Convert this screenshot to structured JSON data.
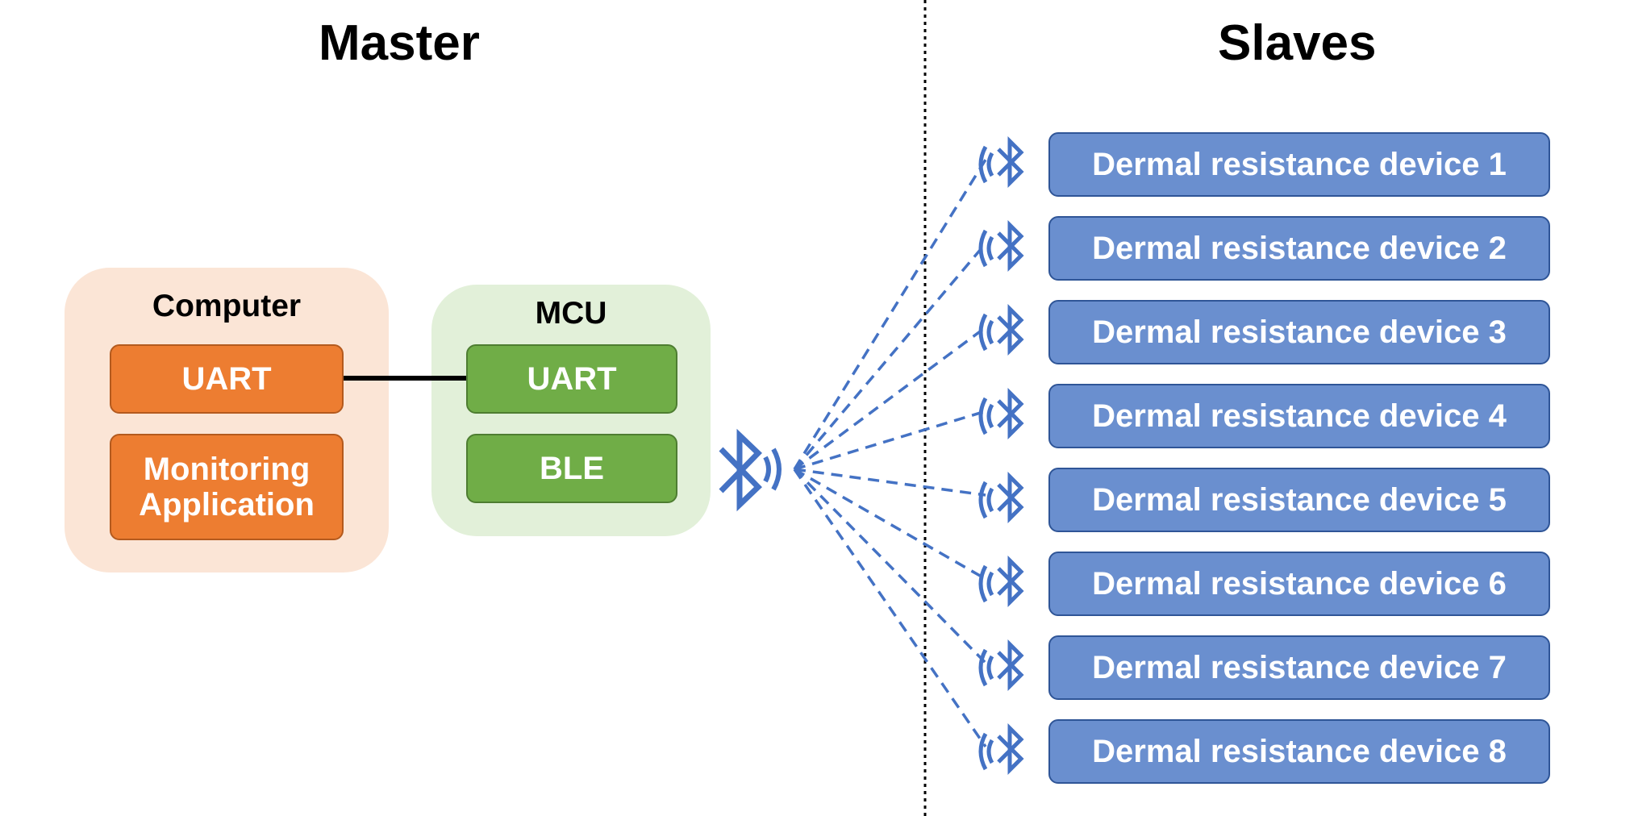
{
  "master": {
    "title": "Master",
    "computer": {
      "title": "Computer",
      "uart_label": "UART",
      "app_label_line1": "Monitoring",
      "app_label_line2": "Application"
    },
    "mcu": {
      "title": "MCU",
      "uart_label": "UART",
      "ble_label": "BLE"
    }
  },
  "slaves": {
    "title": "Slaves",
    "devices": [
      "Dermal resistance device 1",
      "Dermal resistance device 2",
      "Dermal resistance device 3",
      "Dermal resistance device 4",
      "Dermal resistance device 5",
      "Dermal resistance device 6",
      "Dermal resistance device 7",
      "Dermal resistance device 8"
    ]
  },
  "colors": {
    "computer_panel": "#fbe5d6",
    "mcu_panel": "#e2f0d9",
    "orange_box": "#ed7d31",
    "green_box": "#70ad47",
    "device_box": "#6a8fcf",
    "bluetooth_blue": "#4472c4"
  },
  "icons": {
    "master_radio": "bluetooth-icon",
    "slave_radio": "bluetooth-icon"
  }
}
